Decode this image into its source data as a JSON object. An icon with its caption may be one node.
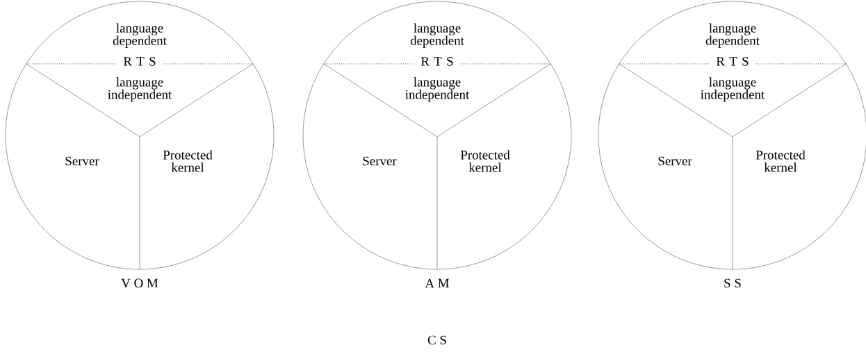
{
  "diagram": {
    "nodes": [
      {
        "text": [],
        "shape": "circle",
        "beside": [
          "V O M"
        ]
      },
      {
        "text": [
          "language dependent",
          "R T S",
          "language independent"
        ],
        "in": 0
      },
      {
        "text": [
          "Server"
        ],
        "in": 0
      },
      {
        "text": [
          "Protected kernel"
        ],
        "in": 0
      },
      {
        "text": [],
        "shape": "circle",
        "beside": [
          "A M"
        ]
      },
      {
        "text": [
          "language dependent",
          "R T S",
          "language independent"
        ],
        "in": 4
      },
      {
        "text": [
          "Server"
        ],
        "in": 4
      },
      {
        "text": [
          "Protected kernel"
        ],
        "in": 4
      },
      {
        "text": [],
        "shape": "circle",
        "beside": [
          "S S"
        ]
      },
      {
        "text": [
          "language dependent",
          "R T S",
          "language independent"
        ],
        "in": 8
      },
      {
        "text": [
          "Server"
        ],
        "in": 8
      },
      {
        "text": [
          "Protected kernel"
        ],
        "in": 8
      }
    ],
    "labels": [
      "C S"
    ]
  }
}
